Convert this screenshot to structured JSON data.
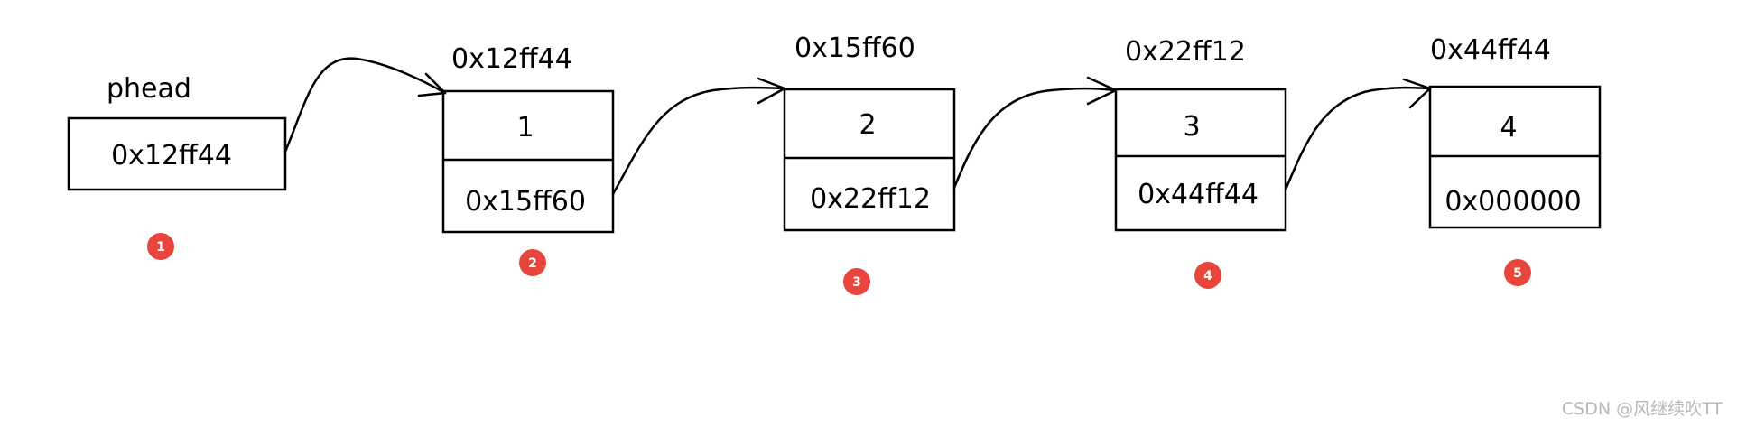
{
  "head": {
    "label": "phead",
    "value": "0x12ff44"
  },
  "nodes": [
    {
      "address": "0x12ff44",
      "data": "1",
      "next": "0x15ff60"
    },
    {
      "address": "0x15ff60",
      "data": "2",
      "next": "0x22ff12"
    },
    {
      "address": "0x22ff12",
      "data": "3",
      "next": "0x44ff44"
    },
    {
      "address": "0x44ff44",
      "data": "4",
      "next": "0x000000"
    }
  ],
  "badges": [
    "1",
    "2",
    "3",
    "4",
    "5"
  ],
  "watermark": "CSDN @风继续吹TT"
}
